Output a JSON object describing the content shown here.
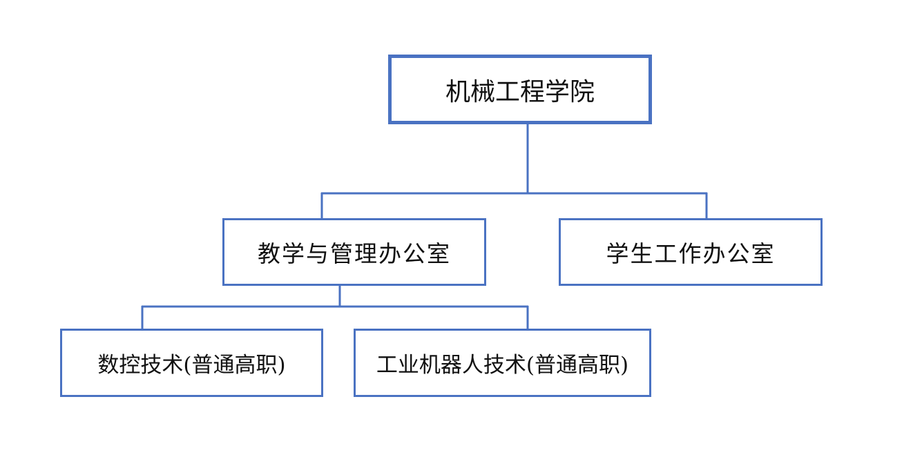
{
  "colors": {
    "line": "#4a72c2",
    "text": "#111111",
    "background": "#ffffff"
  },
  "org_chart": {
    "root": {
      "label": "机械工程学院"
    },
    "level2": [
      {
        "label": "教学与管理办公室"
      },
      {
        "label": "学生工作办公室"
      }
    ],
    "level3": [
      {
        "label": "数控技术(普通高职)"
      },
      {
        "label": "工业机器人技术(普通高职)"
      }
    ]
  }
}
